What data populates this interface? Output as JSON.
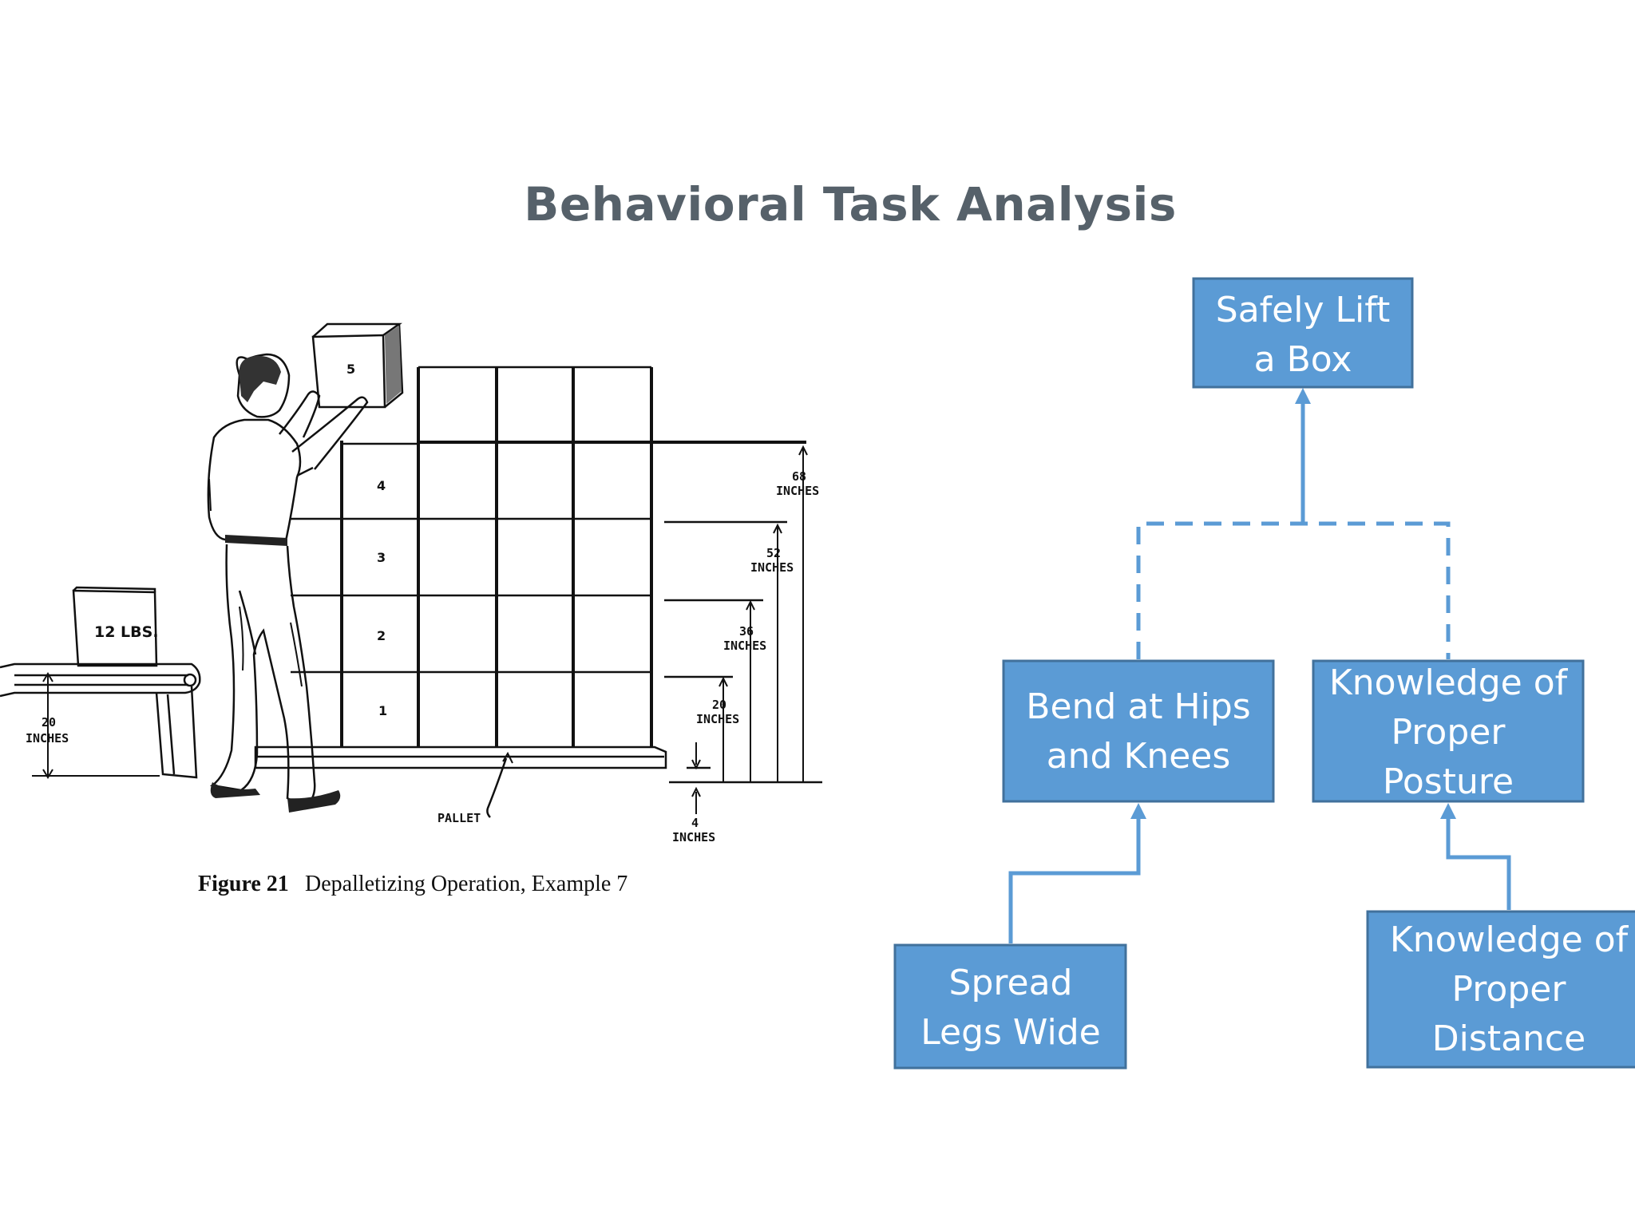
{
  "title": "Behavioral Task Analysis",
  "figure": {
    "caption_label": "Figure 21",
    "caption_text": "Depalletizing Operation, Example 7",
    "box_labels": [
      "5",
      "4",
      "3",
      "2",
      "1"
    ],
    "conveyor_box_label": "12 LBS.",
    "pallet_label": "PALLET",
    "dimensions": [
      {
        "value": "68",
        "unit": "INCHES"
      },
      {
        "value": "52",
        "unit": "INCHES"
      },
      {
        "value": "36",
        "unit": "INCHES"
      },
      {
        "value": "20",
        "unit": "INCHES"
      },
      {
        "value": "4",
        "unit": "INCHES"
      },
      {
        "value": "20",
        "unit": "INCHES"
      }
    ]
  },
  "diagram": {
    "nodes": {
      "root": [
        "Safely Lift",
        "a Box"
      ],
      "bend": [
        "Bend at Hips",
        "and Knees"
      ],
      "posture": [
        "Knowledge of",
        "Proper",
        "Posture"
      ],
      "spread": [
        "Spread",
        "Legs Wide"
      ],
      "distance": [
        "Knowledge of",
        "Proper",
        "Distance"
      ]
    },
    "accent_color": "#5b9bd5",
    "border_color": "#41719c"
  }
}
